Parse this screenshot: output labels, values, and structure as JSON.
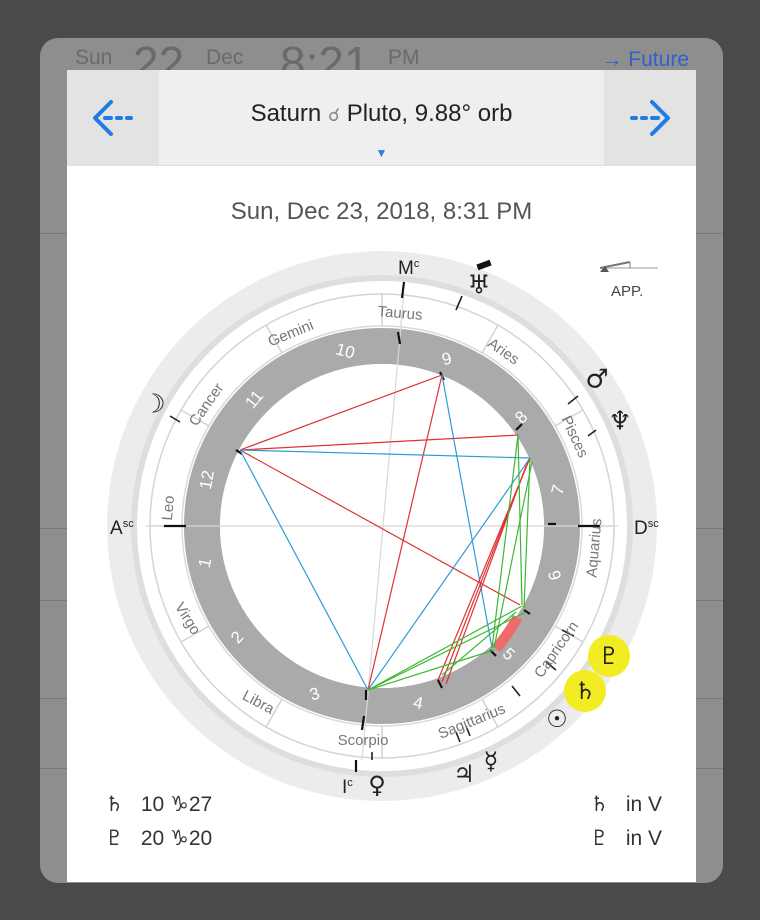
{
  "background": {
    "day": "Sun",
    "date_num": "22",
    "month": "Dec",
    "time": "8:21",
    "ampm": "PM",
    "future_link": "→ Future"
  },
  "header": {
    "title_left": "Saturn",
    "aspect_symbol": "☌",
    "title_right": "Pluto, 9.88° orb",
    "caret": "▼",
    "prev_icon": "back-arrow-icon",
    "next_icon": "forward-arrow-icon"
  },
  "datetime": "Sun, Dec 23, 2018, 8:31 PM",
  "applying_label": "APP.",
  "chart": {
    "angles": {
      "asc": "A",
      "asc_sup": "sc",
      "dsc": "D",
      "dsc_sup": "sc",
      "mc": "M",
      "mc_sup": "c",
      "ic": "I",
      "ic_sup": "c"
    },
    "signs": [
      "Taurus",
      "Aries",
      "Pisces",
      "Aquarius",
      "Capricorn",
      "Sagittarius",
      "Scorpio",
      "Libra",
      "Virgo",
      "Leo",
      "Cancer",
      "Gemini"
    ],
    "houses": [
      "1",
      "2",
      "3",
      "4",
      "5",
      "6",
      "7",
      "8",
      "9",
      "10",
      "11",
      "12"
    ],
    "planets": [
      "uranus-icon",
      "mars-icon",
      "neptune-icon",
      "pluto-icon",
      "saturn-icon",
      "sun-icon",
      "mercury-icon",
      "jupiter-icon",
      "venus-icon",
      "moon-icon"
    ],
    "colors": {
      "square": "#e0322f",
      "trine": "#2b9bd8",
      "sextile": "#3cb834",
      "highlight": "#f2ec22",
      "orb": "#ef6b6b"
    }
  },
  "footer": {
    "left": [
      {
        "glyph": "♄",
        "deg": "10",
        "sign": "♑",
        "min": "27"
      },
      {
        "glyph": "♇",
        "deg": "20",
        "sign": "♑",
        "min": "20"
      }
    ],
    "right": [
      {
        "glyph": "♄",
        "text": "in V"
      },
      {
        "glyph": "♇",
        "text": "in V"
      }
    ]
  }
}
